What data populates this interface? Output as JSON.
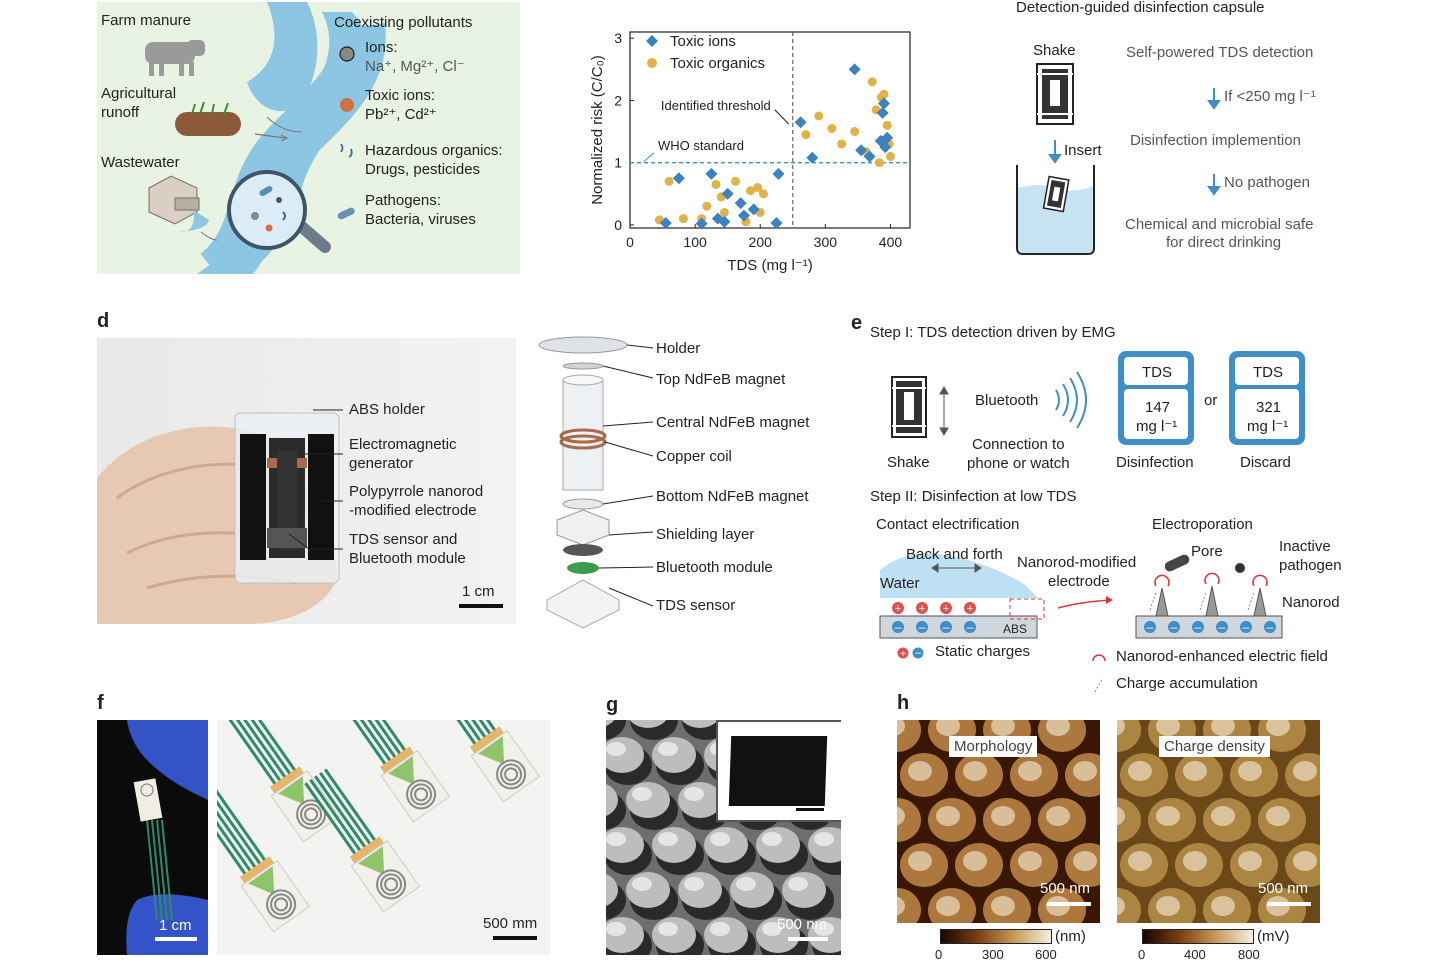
{
  "panel_a": {
    "farm_manure": "Farm manure",
    "agri_runoff_1": "Agricultural",
    "agri_runoff_2": "runoff",
    "wastewater": "Wastewater",
    "coexisting": "Coexisting pollutants",
    "ions_label": "Ions:",
    "ions_list": "Na⁺, Mg²⁺, Cl⁻",
    "toxic_ions_label": "Toxic ions:",
    "toxic_ions_list": "Pb²⁺, Cd²⁺",
    "organics_label": "Hazardous organics:",
    "organics_list": "Drugs, pesticides",
    "pathogens_label": "Pathogens:",
    "pathogens_list": "Bacteria, viruses",
    "bg_color": "#e8f3e4",
    "river_color": "#8cc6e2"
  },
  "chart_data": {
    "type": "scatter",
    "xlabel": "TDS (mg l⁻¹)",
    "ylabel": "Normalized risk (C/C₀)",
    "xlim": [
      0,
      430
    ],
    "ylim": [
      -0.05,
      3.1
    ],
    "xticks": [
      0,
      100,
      200,
      300,
      400
    ],
    "yticks": [
      0,
      1,
      2,
      3
    ],
    "threshold_x": 250,
    "who_y": 1,
    "annotation_threshold": "Identified threshold",
    "annotation_who": "WHO standard",
    "legend_position": "top-left",
    "series": [
      {
        "name": "Toxic ions",
        "marker": "diamond",
        "color": "#3b82bf",
        "points": [
          [
            55,
            0.03
          ],
          [
            75,
            0.75
          ],
          [
            110,
            0.02
          ],
          [
            125,
            0.82
          ],
          [
            135,
            0.1
          ],
          [
            145,
            0.05
          ],
          [
            150,
            0.5
          ],
          [
            170,
            0.35
          ],
          [
            175,
            0.15
          ],
          [
            190,
            0.25
          ],
          [
            225,
            0.03
          ],
          [
            228,
            0.82
          ],
          [
            262,
            1.65
          ],
          [
            280,
            1.08
          ],
          [
            345,
            2.5
          ],
          [
            355,
            1.2
          ],
          [
            368,
            1.1
          ],
          [
            385,
            1.35
          ],
          [
            388,
            1.8
          ],
          [
            390,
            1.95
          ],
          [
            392,
            1.25
          ],
          [
            395,
            1.4
          ]
        ]
      },
      {
        "name": "Toxic organics",
        "marker": "circle",
        "color": "#e0b24a",
        "points": [
          [
            45,
            0.08
          ],
          [
            60,
            0.7
          ],
          [
            82,
            0.1
          ],
          [
            110,
            0.1
          ],
          [
            118,
            0.3
          ],
          [
            132,
            0.65
          ],
          [
            140,
            0.45
          ],
          [
            145,
            0.2
          ],
          [
            162,
            0.7
          ],
          [
            178,
            0.05
          ],
          [
            185,
            0.55
          ],
          [
            196,
            0.6
          ],
          [
            200,
            0.2
          ],
          [
            205,
            0.5
          ],
          [
            270,
            1.45
          ],
          [
            290,
            1.75
          ],
          [
            310,
            1.55
          ],
          [
            325,
            1.3
          ],
          [
            345,
            1.5
          ],
          [
            362,
            1.18
          ],
          [
            372,
            2.3
          ],
          [
            378,
            1.85
          ],
          [
            383,
            1.0
          ],
          [
            386,
            2.05
          ],
          [
            390,
            2.1
          ],
          [
            395,
            1.6
          ],
          [
            398,
            1.3
          ],
          [
            400,
            1.1
          ]
        ]
      }
    ]
  },
  "panel_c": {
    "title": "Detection-guided disinfection capsule",
    "shake": "Shake",
    "insert": "Insert",
    "step1": "Self-powered TDS detection",
    "step2": "If <250 mg l⁻¹",
    "step3": "Disinfection implemention",
    "step4": "No pathogen",
    "step5": "Chemical and microbial safe",
    "step6": "for direct drinking"
  },
  "panel_d": {
    "letter": "d",
    "abs_holder": "ABS holder",
    "emg_1": "Electromagnetic",
    "emg_2": "generator",
    "ppy_1": "Polypyrrole nanorod",
    "ppy_2": "-modified electrode",
    "tds_1": "TDS sensor and",
    "tds_2": "Bluetooth module",
    "scale": "1 cm",
    "exploded": [
      "Holder",
      "Top NdFeB magnet",
      "Central NdFeB magnet",
      "Copper coil",
      "Bottom NdFeB magnet",
      "Shielding layer",
      "Bluetooth module",
      "TDS sensor"
    ]
  },
  "panel_e": {
    "letter": "e",
    "step1_title": "Step I: TDS detection driven by EMG",
    "bluetooth": "Bluetooth",
    "connection_1": "Connection to",
    "connection_2": "phone or watch",
    "shake": "Shake",
    "tds_label": "TDS",
    "reading1_value": "147",
    "reading2_value": "321",
    "unit": "mg l⁻¹",
    "or": "or",
    "disinfection": "Disinfection",
    "discard": "Discard",
    "step2_title": "Step II: Disinfection at low TDS",
    "contact": "Contact electrification",
    "electroporation": "Electroporation",
    "back_forth": "Back and forth",
    "water": "Water",
    "abs": "ABS",
    "nanorod_mod_1": "Nanorod-modified",
    "nanorod_mod_2": "electrode",
    "pore": "Pore",
    "inactive_1": "Inactive",
    "inactive_2": "pathogen",
    "nanorod": "Nanorod",
    "static": "Static charges",
    "field": "Nanorod-enhanced electric field",
    "charge_acc": "Charge accumulation",
    "box_color": "#3d8fc6"
  },
  "panel_f": {
    "letter": "f",
    "scale1": "1 cm",
    "scale2": "500 mm"
  },
  "panel_g": {
    "letter": "g",
    "scale": "500 nm"
  },
  "panel_h": {
    "letter": "h",
    "morphology": "Morphology",
    "charge_density": "Charge density",
    "scale1": "500 nm",
    "scale2": "500 nm",
    "cb1_unit": "(nm)",
    "cb1_ticks": [
      "0",
      "300",
      "600"
    ],
    "cb2_unit": "(mV)",
    "cb2_ticks": [
      "0",
      "400",
      "800"
    ]
  }
}
